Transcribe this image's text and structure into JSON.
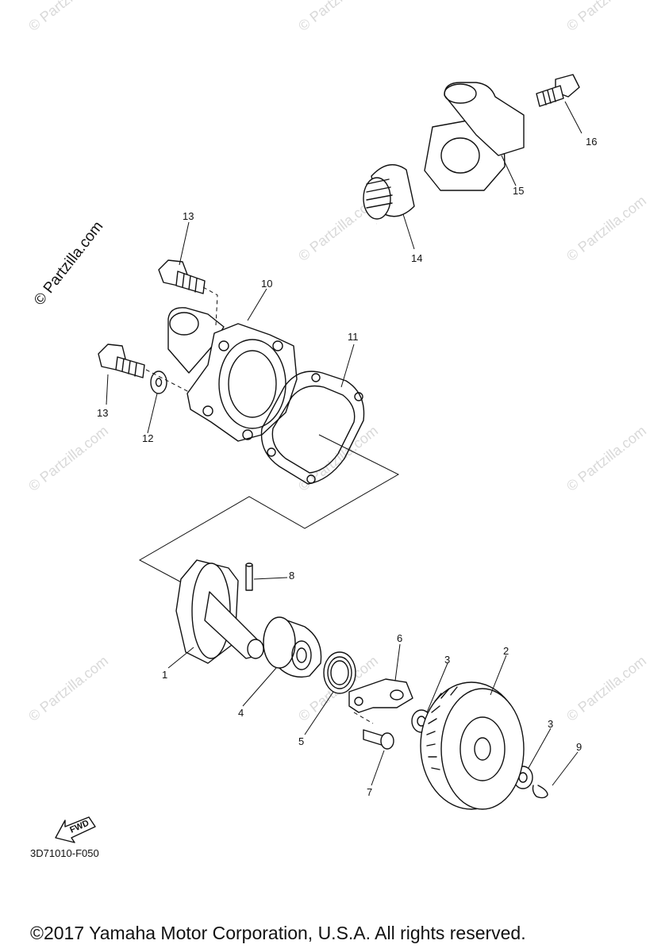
{
  "watermark": "© Partzilla.com",
  "site_credit": "© Partzilla.com",
  "diagram_code": "3D71010-F050",
  "copyright": "©2017 Yamaha Motor Corporation, U.S.A. All rights reserved.",
  "fwd_label": "FWD",
  "callouts": [
    "1",
    "2",
    "3",
    "3",
    "4",
    "5",
    "6",
    "7",
    "8",
    "9",
    "10",
    "11",
    "12",
    "13",
    "13",
    "14",
    "15",
    "16"
  ]
}
